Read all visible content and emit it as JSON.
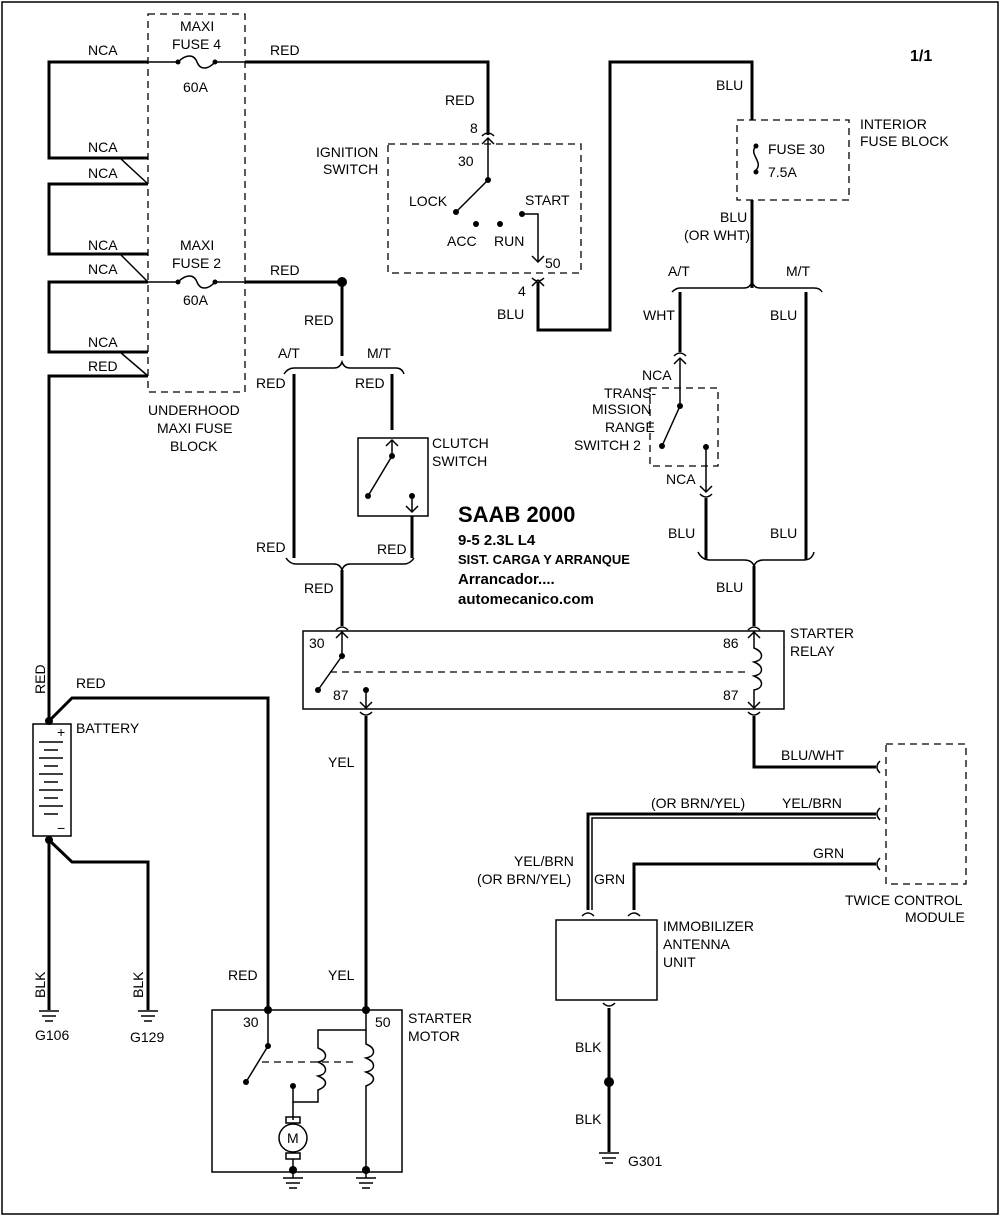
{
  "page": "1/1",
  "header": {
    "title": "SAAB 2000",
    "model": "9-5   2.3L  L4",
    "system": "SIST. CARGA Y ARRANQUE",
    "subject": "Arrancador....",
    "site": "automecanico.com"
  },
  "components": {
    "underhood_fuse_block": [
      "UNDERHOOD",
      "MAXI FUSE",
      "BLOCK"
    ],
    "maxi_fuse_4": [
      "MAXI",
      "FUSE 4"
    ],
    "maxi_fuse_4_rating": "60A",
    "maxi_fuse_2": [
      "MAXI",
      "FUSE 2"
    ],
    "maxi_fuse_2_rating": "60A",
    "ignition_switch": [
      "IGNITION",
      "SWITCH"
    ],
    "ignition_positions": {
      "lock": "LOCK",
      "acc": "ACC",
      "run": "RUN",
      "start": "START"
    },
    "ignition_pins": {
      "p8": "8",
      "p30": "30",
      "p50": "50",
      "p4": "4"
    },
    "interior_fuse_block": [
      "INTERIOR",
      "FUSE BLOCK"
    ],
    "fuse_30": "FUSE 30",
    "fuse_30_rating": "7.5A",
    "clutch_switch": [
      "CLUTCH",
      "SWITCH"
    ],
    "trans_range_switch": [
      "TRANS-",
      "MISSION",
      "RANGE",
      "SWITCH 2"
    ],
    "starter_relay": [
      "STARTER",
      "RELAY"
    ],
    "relay_pins": {
      "p30": "30",
      "p87a": "87",
      "p86": "86",
      "p87b": "87"
    },
    "battery": "BATTERY",
    "battery_pos": "+",
    "battery_neg": "−",
    "starter_motor": [
      "STARTER",
      "MOTOR"
    ],
    "motor_pins": {
      "p30": "30",
      "p50": "50"
    },
    "motor_symbol": "M",
    "immobilizer": [
      "IMMOBILIZER",
      "ANTENNA",
      "UNIT"
    ],
    "twice_module": [
      "TWICE CONTROL",
      "MODULE"
    ],
    "grounds": {
      "g106": "G106",
      "g129": "G129",
      "g301": "G301"
    }
  },
  "wires": {
    "nca": "NCA",
    "red": "RED",
    "blu": "BLU",
    "blu_or_wht": [
      "BLU",
      "(OR WHT)"
    ],
    "wht": "WHT",
    "yel": "YEL",
    "blk": "BLK",
    "grn": "GRN",
    "blu_wht": "BLU/WHT",
    "or_brn_yel": "(OR BRN/YEL)",
    "yel_brn": "YEL/BRN",
    "yel_brn_or": [
      "YEL/BRN",
      "(OR BRN/YEL)"
    ]
  },
  "branches": {
    "at": "A/T",
    "mt": "M/T"
  }
}
